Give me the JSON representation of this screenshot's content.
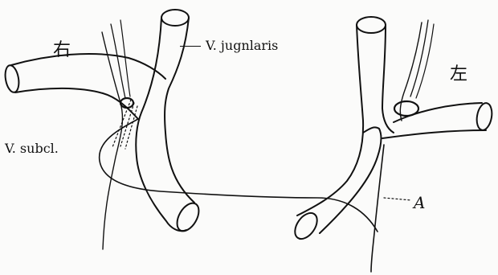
{
  "labels": {
    "right_side": "右",
    "left_side": "左",
    "jugularis": "V. jugnlaris",
    "subclavia": "V. subcl.",
    "marker_a": "A"
  }
}
